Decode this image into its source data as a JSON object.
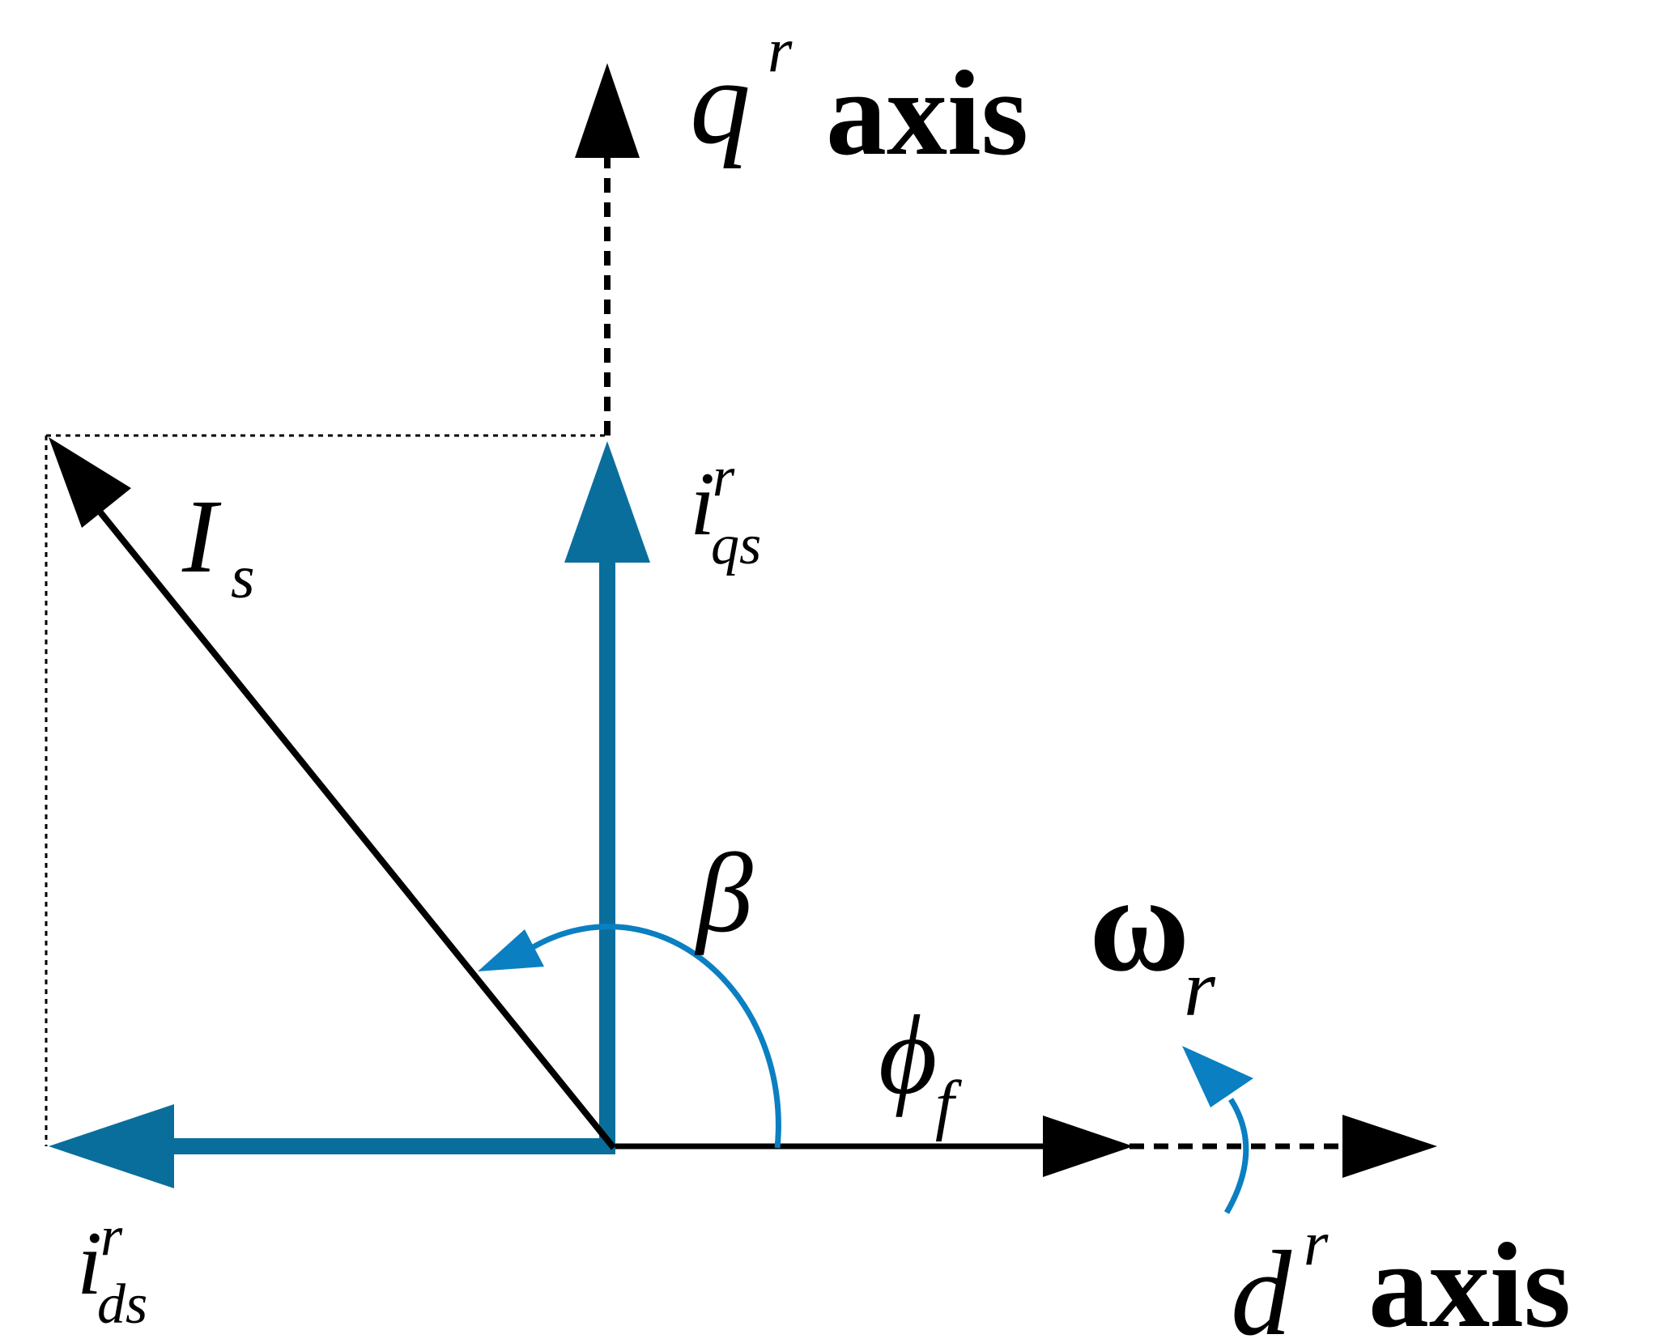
{
  "labels": {
    "q_axis": {
      "symbol": "q",
      "superscript": "r",
      "word": "axis"
    },
    "d_axis": {
      "symbol": "d",
      "superscript": "r",
      "word": "axis"
    },
    "iqs": {
      "symbol": "i",
      "superscript": "r",
      "subscript": "qs"
    },
    "ids": {
      "symbol": "i",
      "superscript": "r",
      "subscript": "ds"
    },
    "is": {
      "symbol": "I",
      "subscript": "s"
    },
    "beta": {
      "symbol": "β"
    },
    "phi": {
      "symbol": "ϕ",
      "subscript": "f"
    },
    "omega": {
      "symbol": "ω",
      "subscript": "r"
    }
  },
  "colors": {
    "component_vector": "#0a6e9c",
    "arc": "#0a7fc2",
    "line": "#000000"
  }
}
